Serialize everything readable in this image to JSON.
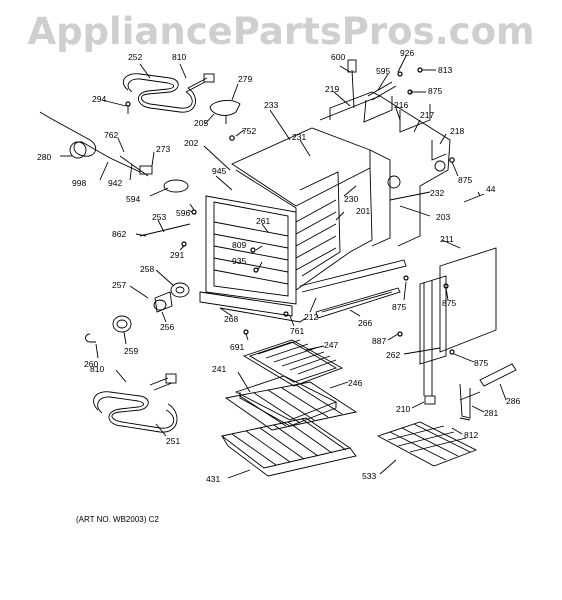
{
  "watermark": "AppliancePartsPros.com",
  "footer": "(ART NO. WB2003) C2",
  "callouts": [
    {
      "id": "c252",
      "label": "252"
    },
    {
      "id": "c810a",
      "label": "810"
    },
    {
      "id": "c279",
      "label": "279"
    },
    {
      "id": "c294",
      "label": "294"
    },
    {
      "id": "c205",
      "label": "205"
    },
    {
      "id": "c752",
      "label": "752"
    },
    {
      "id": "c233",
      "label": "233"
    },
    {
      "id": "c600",
      "label": "600"
    },
    {
      "id": "c926",
      "label": "926"
    },
    {
      "id": "c595",
      "label": "595"
    },
    {
      "id": "c813",
      "label": "813"
    },
    {
      "id": "c219",
      "label": "219"
    },
    {
      "id": "c875a",
      "label": "875"
    },
    {
      "id": "c216",
      "label": "216"
    },
    {
      "id": "c217",
      "label": "217"
    },
    {
      "id": "c218",
      "label": "218"
    },
    {
      "id": "c231",
      "label": "231"
    },
    {
      "id": "c762",
      "label": "762"
    },
    {
      "id": "c273",
      "label": "273"
    },
    {
      "id": "c202",
      "label": "202"
    },
    {
      "id": "c280",
      "label": "280"
    },
    {
      "id": "c998",
      "label": "998"
    },
    {
      "id": "c942",
      "label": "942"
    },
    {
      "id": "c945",
      "label": "945"
    },
    {
      "id": "c875b",
      "label": "875"
    },
    {
      "id": "c44",
      "label": "44"
    },
    {
      "id": "c594",
      "label": "594"
    },
    {
      "id": "c230",
      "label": "230"
    },
    {
      "id": "c232",
      "label": "232"
    },
    {
      "id": "c596",
      "label": "596"
    },
    {
      "id": "c201",
      "label": "201"
    },
    {
      "id": "c203",
      "label": "203"
    },
    {
      "id": "c253",
      "label": "253"
    },
    {
      "id": "c261",
      "label": "261"
    },
    {
      "id": "c862",
      "label": "862"
    },
    {
      "id": "c809",
      "label": "809"
    },
    {
      "id": "c211",
      "label": "211"
    },
    {
      "id": "c291",
      "label": "291"
    },
    {
      "id": "c935",
      "label": "935"
    },
    {
      "id": "c258",
      "label": "258"
    },
    {
      "id": "c257",
      "label": "257"
    },
    {
      "id": "c875c",
      "label": "875"
    },
    {
      "id": "c875d",
      "label": "875"
    },
    {
      "id": "c268",
      "label": "268"
    },
    {
      "id": "c212",
      "label": "212"
    },
    {
      "id": "c266",
      "label": "266"
    },
    {
      "id": "c256",
      "label": "256"
    },
    {
      "id": "c761",
      "label": "761"
    },
    {
      "id": "c887",
      "label": "887"
    },
    {
      "id": "c691",
      "label": "691"
    },
    {
      "id": "c247",
      "label": "247"
    },
    {
      "id": "c262",
      "label": "262"
    },
    {
      "id": "c259",
      "label": "259"
    },
    {
      "id": "c875e",
      "label": "875"
    },
    {
      "id": "c260",
      "label": "260"
    },
    {
      "id": "c810b",
      "label": "810"
    },
    {
      "id": "c241",
      "label": "241"
    },
    {
      "id": "c246",
      "label": "246"
    },
    {
      "id": "c286",
      "label": "286"
    },
    {
      "id": "c210",
      "label": "210"
    },
    {
      "id": "c281",
      "label": "281"
    },
    {
      "id": "c251",
      "label": "251"
    },
    {
      "id": "c812",
      "label": "812"
    },
    {
      "id": "c431",
      "label": "431"
    },
    {
      "id": "c533",
      "label": "533"
    }
  ]
}
